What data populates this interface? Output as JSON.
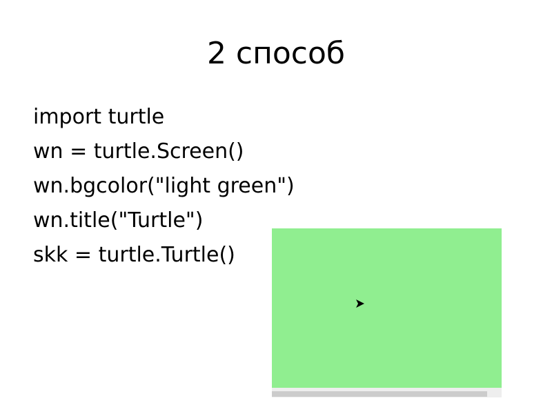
{
  "slide": {
    "title": "2 способ",
    "code_lines": [
      "import turtle",
      "wn = turtle.Screen()",
      "wn.bgcolor(\"light green\")",
      "wn.title(\"Turtle\")",
      "skk = turtle.Turtle()"
    ]
  },
  "turtle_window": {
    "background_color": "#90ee90",
    "cursor_icon": "turtle-arrow-icon"
  }
}
